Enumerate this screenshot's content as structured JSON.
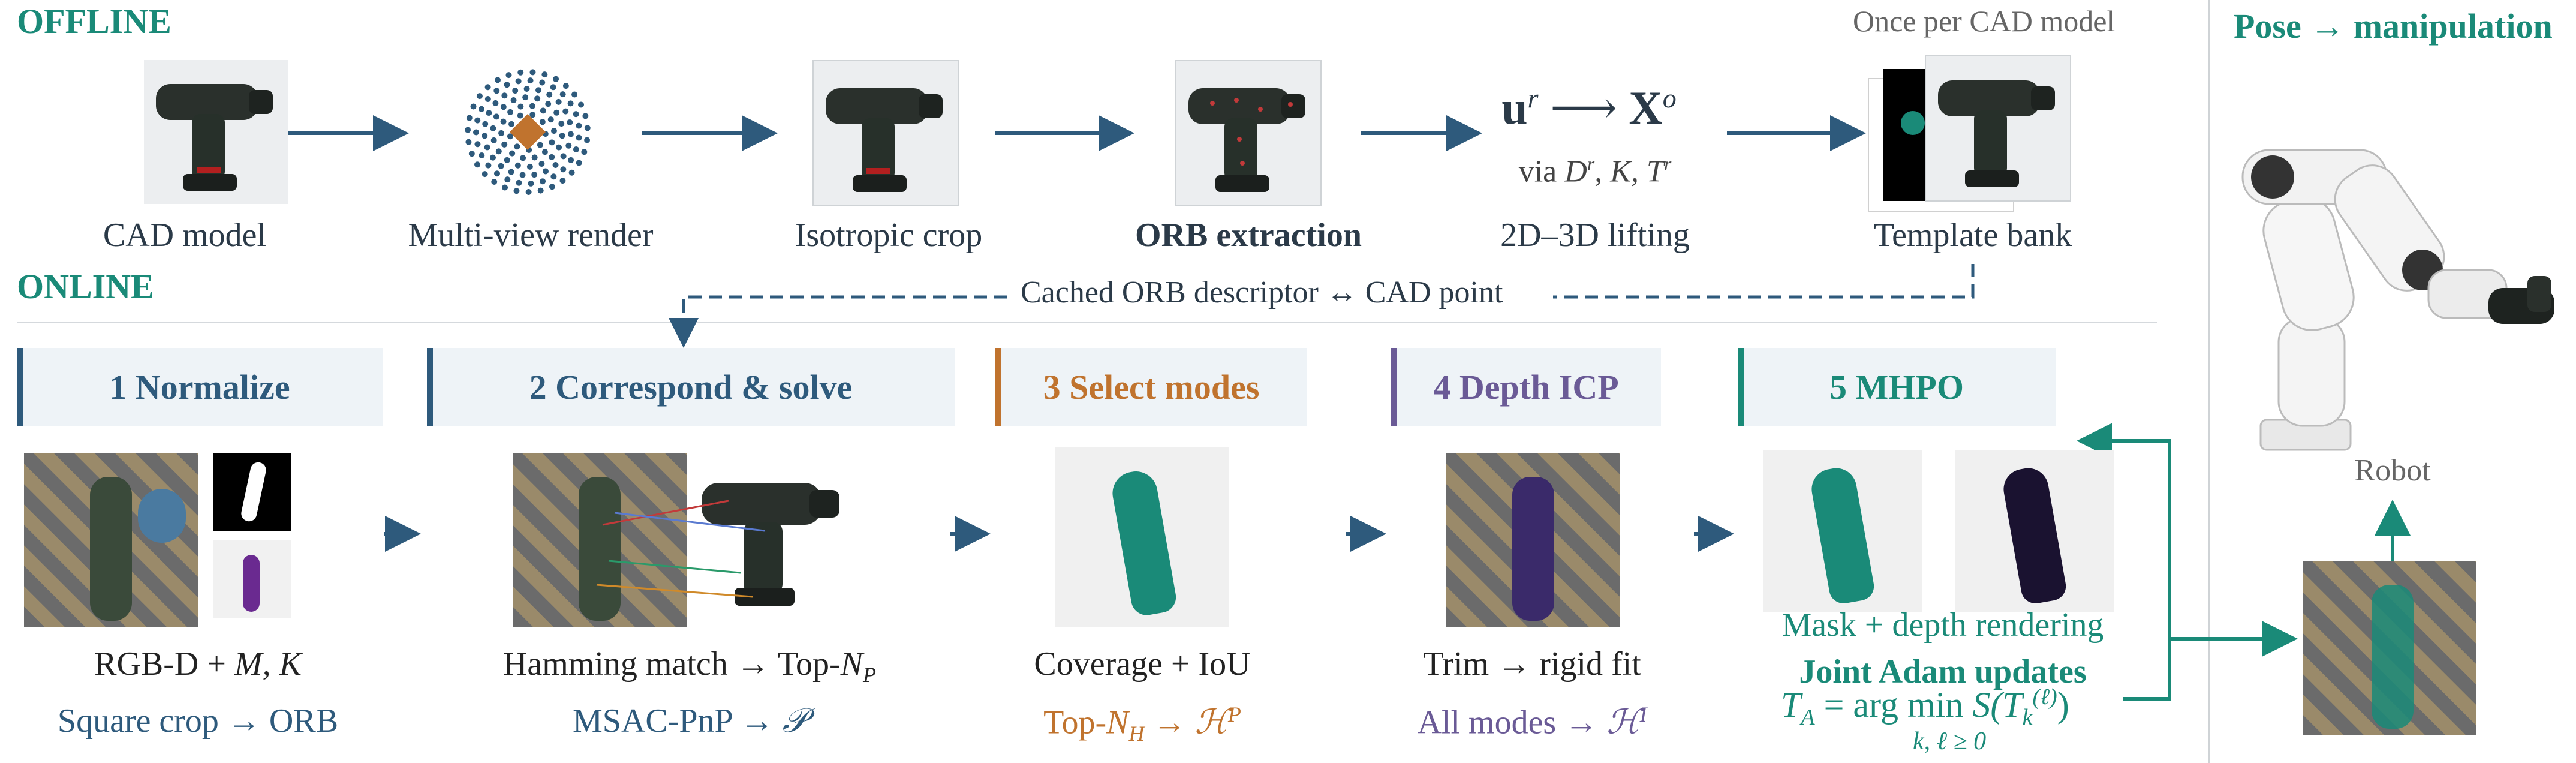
{
  "sections": {
    "offline": "OFFLINE",
    "online": "ONLINE",
    "pose": "Pose → manipulation",
    "once": "Once per CAD model"
  },
  "offline_steps": [
    {
      "label": "CAD model"
    },
    {
      "label": "Multi-view render"
    },
    {
      "label": "Isotropic crop"
    },
    {
      "label": "ORB extraction"
    },
    {
      "label": "2D–3D lifting"
    },
    {
      "label": "Template bank"
    }
  ],
  "lifting": {
    "formula_left": "u",
    "formula_left_sup": "r",
    "formula_arrow": "⟶",
    "formula_right": "X",
    "formula_right_sup": "o",
    "via_prefix": "via ",
    "via_math": "D",
    "via_sup1": "r",
    "via_mid": ", K, T",
    "via_sup2": "r"
  },
  "cached_text": "Cached ORB descriptor ↔ CAD point",
  "stages": [
    {
      "title": "1  Normalize",
      "color": "#2e5a7c",
      "line1_pre": "RGB-D + ",
      "line1_math": "M, K",
      "line2": "Square crop → ORB"
    },
    {
      "title": "2  Correspond & solve",
      "color": "#2e5a7c",
      "line1_pre": "Hamming match → Top-",
      "line1_math": "N",
      "line1_sub": "P",
      "line2_pre": "MSAC-PnP → ",
      "line2_math": "𝒫"
    },
    {
      "title": "3  Select modes",
      "color": "#c0732e",
      "line1": "Coverage + IoU",
      "line2_pre": "Top-",
      "line2_math": "N",
      "line2_sub": "H",
      "line2_arrow": " → ",
      "line2_math2": "ℋ",
      "line2_sup": "P"
    },
    {
      "title": "4  Depth ICP",
      "color": "#6a5a96",
      "line1": "Trim → rigid fit",
      "line2_pre": "All modes → ",
      "line2_math": "ℋ",
      "line2_sup": "I"
    },
    {
      "title": "5  MHPO",
      "color": "#1a8a78",
      "line1": "Mask + depth rendering",
      "line2": "Joint Adam updates",
      "formula_pre": "T",
      "formula_sub": "A",
      "formula_mid": " = arg min ",
      "formula_s": "S",
      "formula_t": "(T",
      "formula_tsup": "(ℓ)",
      "formula_tsub": "k",
      "formula_end": ")",
      "formula_under": "k, ℓ ≥ 0"
    }
  ],
  "robot_label": "Robot",
  "colors": {
    "teal": "#1a8a78",
    "navy": "#2e5a7c",
    "orange": "#c0732e",
    "purple": "#6a5a96",
    "arrow": "#2e5a7c"
  }
}
